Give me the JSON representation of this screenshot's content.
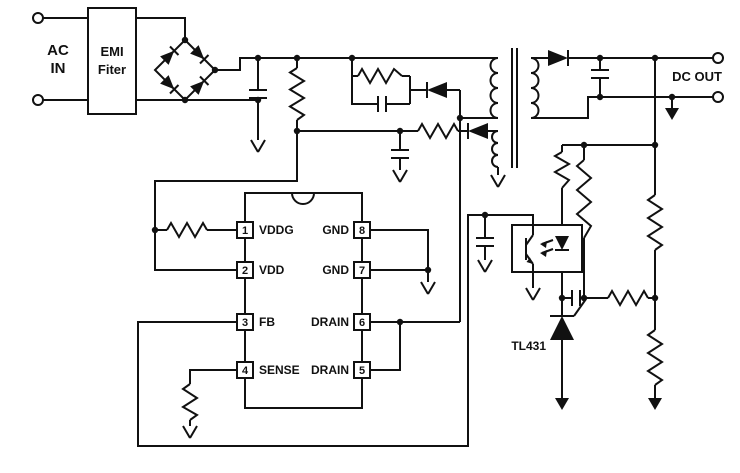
{
  "labels": {
    "ac_in": [
      "AC",
      "IN"
    ],
    "emi_filter": [
      "EMI",
      "Fiter"
    ],
    "dc_out": "DC OUT",
    "tl431": "TL431"
  },
  "ic": {
    "left_pins": [
      {
        "number": "1",
        "name": "VDDG"
      },
      {
        "number": "2",
        "name": "VDD"
      },
      {
        "number": "3",
        "name": "FB"
      },
      {
        "number": "4",
        "name": "SENSE"
      }
    ],
    "right_pins": [
      {
        "number": "8",
        "name": "GND"
      },
      {
        "number": "7",
        "name": "GND"
      },
      {
        "number": "6",
        "name": "DRAIN"
      },
      {
        "number": "5",
        "name": "DRAIN"
      }
    ]
  },
  "colors": {
    "line": "#111111",
    "background": "#ffffff"
  }
}
